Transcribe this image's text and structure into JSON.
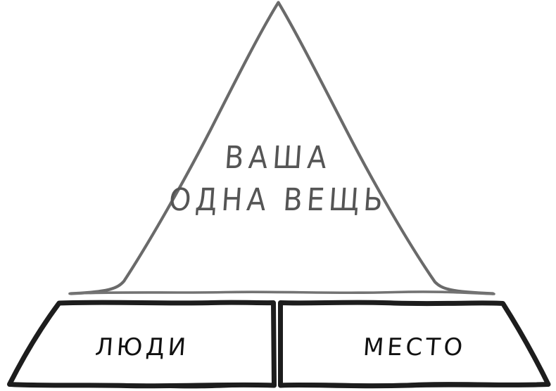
{
  "diagram": {
    "type": "pyramid-foundation-diagram",
    "background_color": "#ffffff",
    "apex": {
      "shape": "triangle",
      "stroke_color": "#666666",
      "label_line_1": "ВАША",
      "label_line_2": "ОДНА ВЕЩЬ",
      "text_color": "#555555"
    },
    "foundation": {
      "stroke_color": "#1a1a1a",
      "blocks": [
        {
          "id": "people",
          "label": "ЛЮДИ",
          "text_color": "#111111",
          "position": "left"
        },
        {
          "id": "place",
          "label": "МЕСТО",
          "text_color": "#111111",
          "position": "right"
        }
      ]
    }
  }
}
